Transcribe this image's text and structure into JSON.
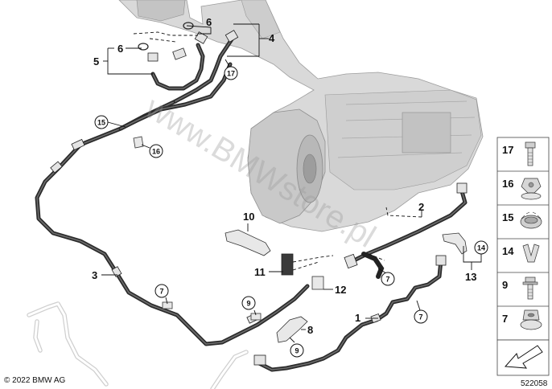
{
  "callouts": {
    "c1": "1",
    "c2": "2",
    "c3": "3",
    "c4": "4",
    "c5": "5",
    "c6a": "6",
    "c6b": "6",
    "c8": "8",
    "c10": "10",
    "c11": "11",
    "c12": "12",
    "c13": "13"
  },
  "circled": {
    "r17": "17",
    "r15": "15",
    "r16": "16",
    "r14": "14",
    "r7a": "7",
    "r7b": "7",
    "r7c": "7",
    "r9a": "9",
    "r9b": "9"
  },
  "legend": {
    "items": [
      "17",
      "16",
      "15",
      "14",
      "9",
      "7"
    ]
  },
  "footer": {
    "copyright": "© 2022 BMW AG",
    "diagram_number": "522058"
  },
  "watermark": "www.BMWstore.pl"
}
